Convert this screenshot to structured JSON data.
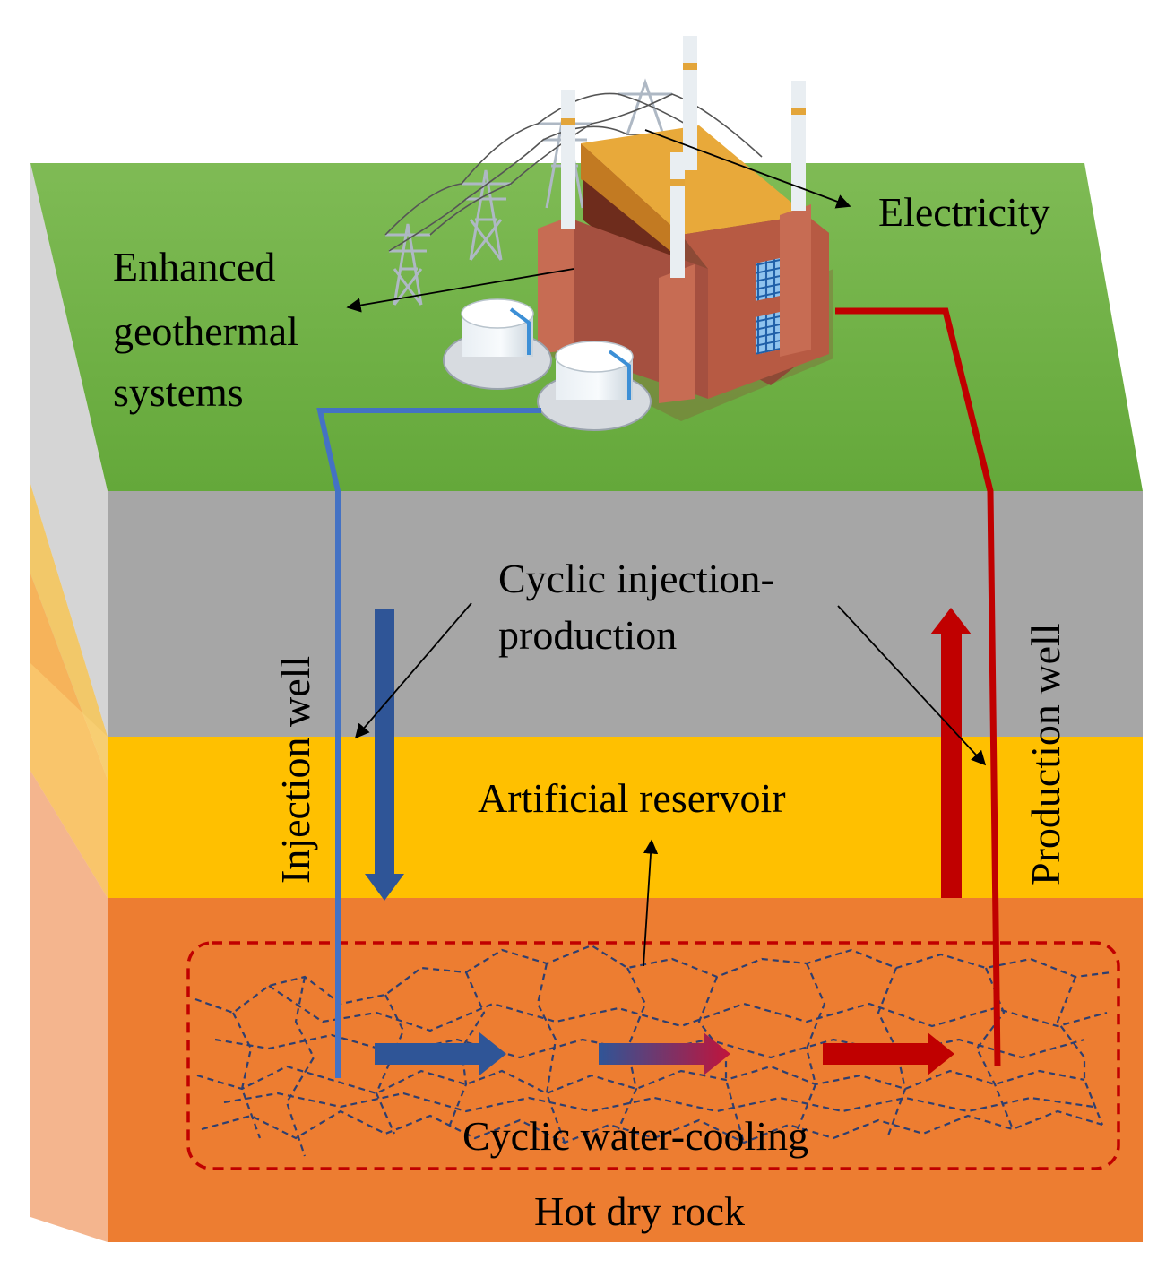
{
  "labels": {
    "electricity": "Electricity",
    "egs_line1": "Enhanced",
    "egs_line2": "geothermal",
    "egs_line3": "systems",
    "cyclic_ip_line1": "Cyclic injection-",
    "cyclic_ip_line2": "production",
    "injection_well": "Injection well",
    "production_well": "Production well",
    "artificial_reservoir": "Artificial reservoir",
    "cyclic_water_cooling": "Cyclic water-cooling",
    "hot_dry_rock": "Hot dry rock"
  },
  "colors": {
    "ground_surface": "#6fae45",
    "caprock_layer": "#a6a6a6",
    "reservoir_layer": "#ffc000",
    "hot_rock_layer": "#ed7d31",
    "injection_pipe": "#4472c4",
    "production_pipe": "#c00000",
    "injection_arrow": "#2f5597",
    "production_arrow": "#c00000",
    "fracture_lines": "#2f3f6f",
    "reservoir_boundary": "#c00000"
  },
  "icons": {
    "power_plant": "power-plant-icon",
    "transmission_tower": "transmission-tower-icon",
    "storage_tank": "storage-tank-icon"
  }
}
